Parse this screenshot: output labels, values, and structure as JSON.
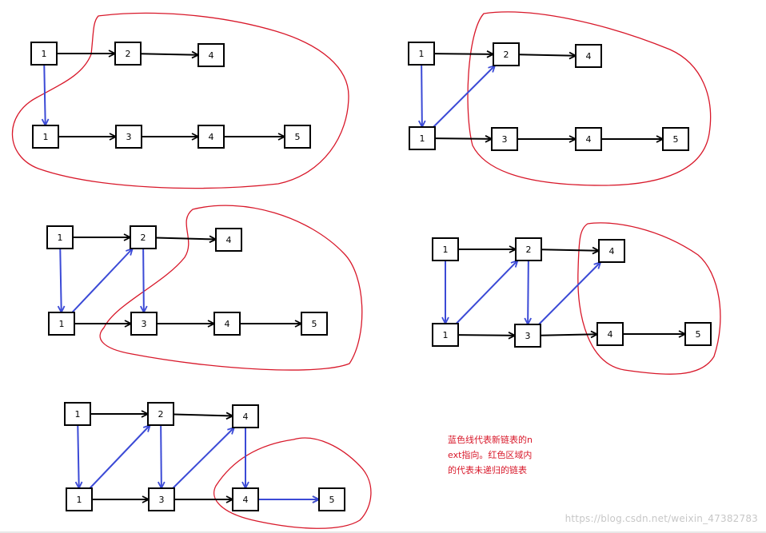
{
  "colors": {
    "node_stroke": "#000000",
    "blue_edge": "#3b4ad6",
    "red_region": "#d8182a",
    "watermark": "#c7c7c7"
  },
  "legend_text": "蓝色线代表新链表的next指向。红色区域内的代表未递归的链表",
  "watermark_text": "https://blog.csdn.net/weixin_47382783",
  "diagrams": [
    {
      "id": "step-1",
      "nodes": [
        {
          "id": "a1",
          "label": "1",
          "type": "original"
        },
        {
          "id": "a2",
          "label": "2",
          "type": "original"
        },
        {
          "id": "a4",
          "label": "4",
          "type": "original"
        },
        {
          "id": "b1",
          "label": "1",
          "type": "original"
        },
        {
          "id": "b3",
          "label": "3",
          "type": "original"
        },
        {
          "id": "b4",
          "label": "4",
          "type": "original"
        },
        {
          "id": "b5",
          "label": "5",
          "type": "original"
        }
      ],
      "black_edges": [
        [
          "a1",
          "a2"
        ],
        [
          "a2",
          "a4"
        ],
        [
          "b1",
          "b3"
        ],
        [
          "b3",
          "b4"
        ],
        [
          "b4",
          "b5"
        ]
      ],
      "blue_edges": [
        [
          "a1",
          "b1"
        ]
      ]
    },
    {
      "id": "step-2",
      "nodes": [
        {
          "id": "a1",
          "label": "1",
          "type": "original"
        },
        {
          "id": "a2",
          "label": "2",
          "type": "original"
        },
        {
          "id": "a4",
          "label": "4",
          "type": "original"
        },
        {
          "id": "b1",
          "label": "1",
          "type": "original"
        },
        {
          "id": "b3",
          "label": "3",
          "type": "original"
        },
        {
          "id": "b4",
          "label": "4",
          "type": "original"
        },
        {
          "id": "b5",
          "label": "5",
          "type": "original"
        }
      ],
      "black_edges": [
        [
          "a1",
          "a2"
        ],
        [
          "a2",
          "a4"
        ],
        [
          "b1",
          "b3"
        ],
        [
          "b3",
          "b4"
        ],
        [
          "b4",
          "b5"
        ]
      ],
      "blue_edges": [
        [
          "a1",
          "b1"
        ],
        [
          "b1",
          "a2"
        ]
      ]
    },
    {
      "id": "step-3",
      "nodes": [
        {
          "id": "a1",
          "label": "1",
          "type": "original"
        },
        {
          "id": "a2",
          "label": "2",
          "type": "original"
        },
        {
          "id": "a4",
          "label": "4",
          "type": "original"
        },
        {
          "id": "b1",
          "label": "1",
          "type": "original"
        },
        {
          "id": "b3",
          "label": "3",
          "type": "original"
        },
        {
          "id": "b4",
          "label": "4",
          "type": "original"
        },
        {
          "id": "b5",
          "label": "5",
          "type": "original"
        }
      ],
      "black_edges": [
        [
          "a1",
          "a2"
        ],
        [
          "a2",
          "a4"
        ],
        [
          "b1",
          "b3"
        ],
        [
          "b3",
          "b4"
        ],
        [
          "b4",
          "b5"
        ]
      ],
      "blue_edges": [
        [
          "a1",
          "b1"
        ],
        [
          "b1",
          "a2"
        ],
        [
          "a2",
          "b3"
        ]
      ]
    },
    {
      "id": "step-4",
      "nodes": [
        {
          "id": "a1",
          "label": "1",
          "type": "original"
        },
        {
          "id": "a2",
          "label": "2",
          "type": "original"
        },
        {
          "id": "a4",
          "label": "4",
          "type": "original"
        },
        {
          "id": "b1",
          "label": "1",
          "type": "original"
        },
        {
          "id": "b3",
          "label": "3",
          "type": "original"
        },
        {
          "id": "b4",
          "label": "4",
          "type": "original"
        },
        {
          "id": "b5",
          "label": "5",
          "type": "original"
        }
      ],
      "black_edges": [
        [
          "a1",
          "a2"
        ],
        [
          "a2",
          "a4"
        ],
        [
          "b1",
          "b3"
        ],
        [
          "b3",
          "b4"
        ],
        [
          "b4",
          "b5"
        ]
      ],
      "blue_edges": [
        [
          "a1",
          "b1"
        ],
        [
          "b1",
          "a2"
        ],
        [
          "a2",
          "b3"
        ],
        [
          "b3",
          "a4"
        ]
      ]
    },
    {
      "id": "step-5",
      "nodes": [
        {
          "id": "a1",
          "label": "1",
          "type": "original"
        },
        {
          "id": "a2",
          "label": "2",
          "type": "original"
        },
        {
          "id": "a4",
          "label": "4",
          "type": "original"
        },
        {
          "id": "b1",
          "label": "1",
          "type": "original"
        },
        {
          "id": "b3",
          "label": "3",
          "type": "original"
        },
        {
          "id": "b4",
          "label": "4",
          "type": "original"
        },
        {
          "id": "b5",
          "label": "5",
          "type": "original"
        }
      ],
      "black_edges": [
        [
          "a1",
          "a2"
        ],
        [
          "a2",
          "a4"
        ],
        [
          "b1",
          "b3"
        ],
        [
          "b3",
          "b4"
        ],
        [
          "b4",
          "b5"
        ]
      ],
      "blue_edges": [
        [
          "a1",
          "b1"
        ],
        [
          "b1",
          "a2"
        ],
        [
          "a2",
          "b3"
        ],
        [
          "b3",
          "a4"
        ],
        [
          "a4",
          "b4"
        ],
        [
          "b4",
          "b5"
        ]
      ]
    }
  ]
}
